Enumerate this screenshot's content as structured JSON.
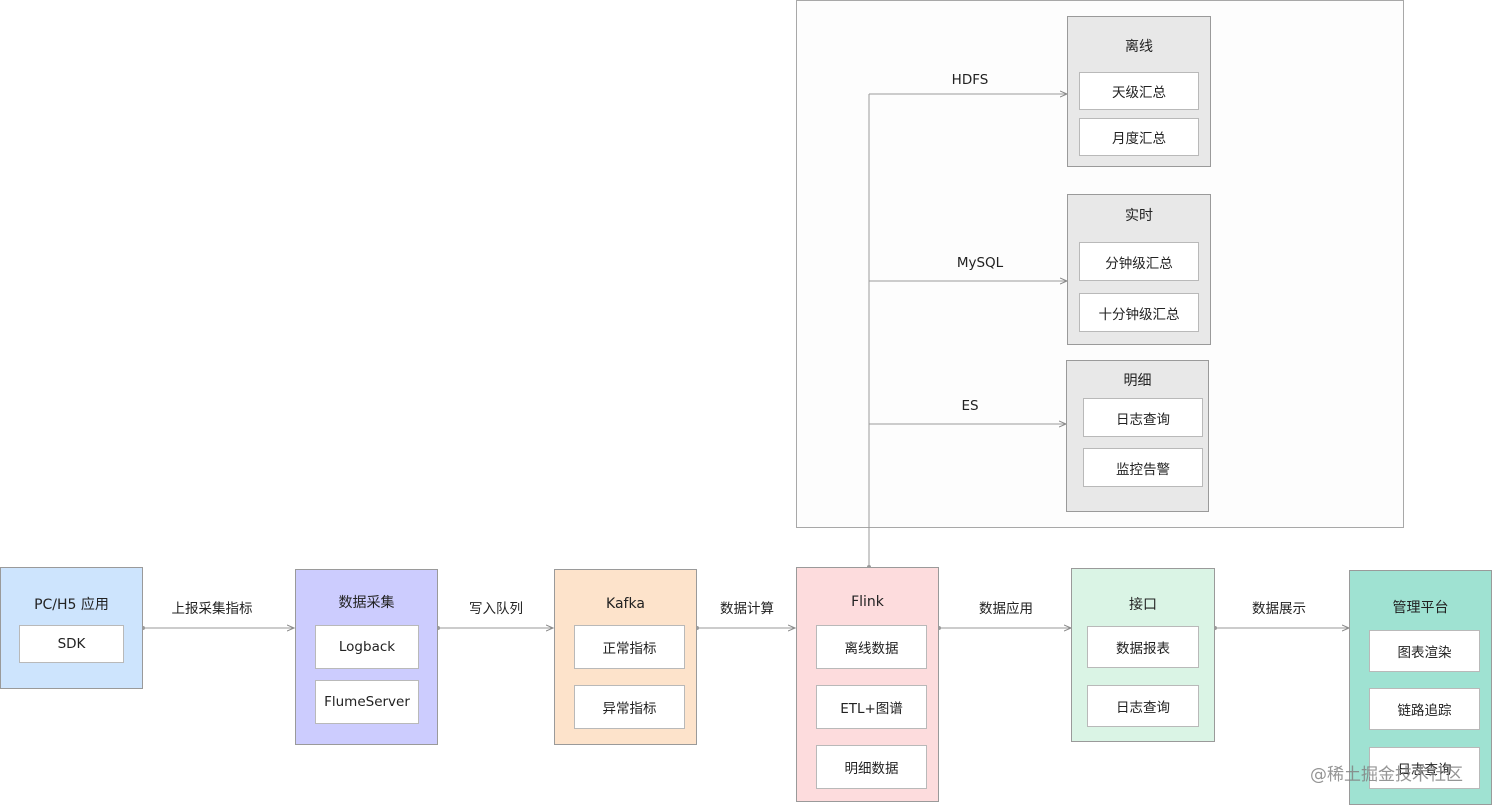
{
  "flow_labels": {
    "report": "上报采集指标",
    "write_queue": "写入队列",
    "compute": "数据计算",
    "apply": "数据应用",
    "display": "数据展示"
  },
  "storage_labels": {
    "hdfs": "HDFS",
    "mysql": "MySQL",
    "es": "ES"
  },
  "groups": {
    "pc": {
      "title": "PC/H5 应用",
      "items": [
        "SDK"
      ],
      "color": "#cde4fd"
    },
    "collect": {
      "title": "数据采集",
      "items": [
        "Logback",
        "FlumeServer"
      ],
      "color": "#ccccfe"
    },
    "kafka": {
      "title": "Kafka",
      "items": [
        "正常指标",
        "异常指标"
      ],
      "color": "#fde3cb"
    },
    "flink": {
      "title": "Flink",
      "items": [
        "离线数据",
        "ETL+图谱",
        "明细数据"
      ],
      "color": "#fddcdd"
    },
    "api": {
      "title": "接口",
      "items": [
        "数据报表",
        "日志查询"
      ],
      "color": "#daf4e5"
    },
    "platform": {
      "title": "管理平台",
      "items": [
        "图表渲染",
        "链路追踪",
        "日志查询"
      ],
      "color": "#9fe2d2"
    },
    "offline": {
      "title": "离线",
      "items": [
        "天级汇总",
        "月度汇总"
      ],
      "color": "#e8e8e8"
    },
    "realtime": {
      "title": "实时",
      "items": [
        "分钟级汇总",
        "十分钟级汇总"
      ],
      "color": "#e8e8e8"
    },
    "detail": {
      "title": "明细",
      "items": [
        "日志查询",
        "监控告警"
      ],
      "color": "#e8e8e8"
    }
  },
  "colors": {
    "line": "#9a9a9a"
  },
  "watermark": "@稀土掘金技术社区"
}
